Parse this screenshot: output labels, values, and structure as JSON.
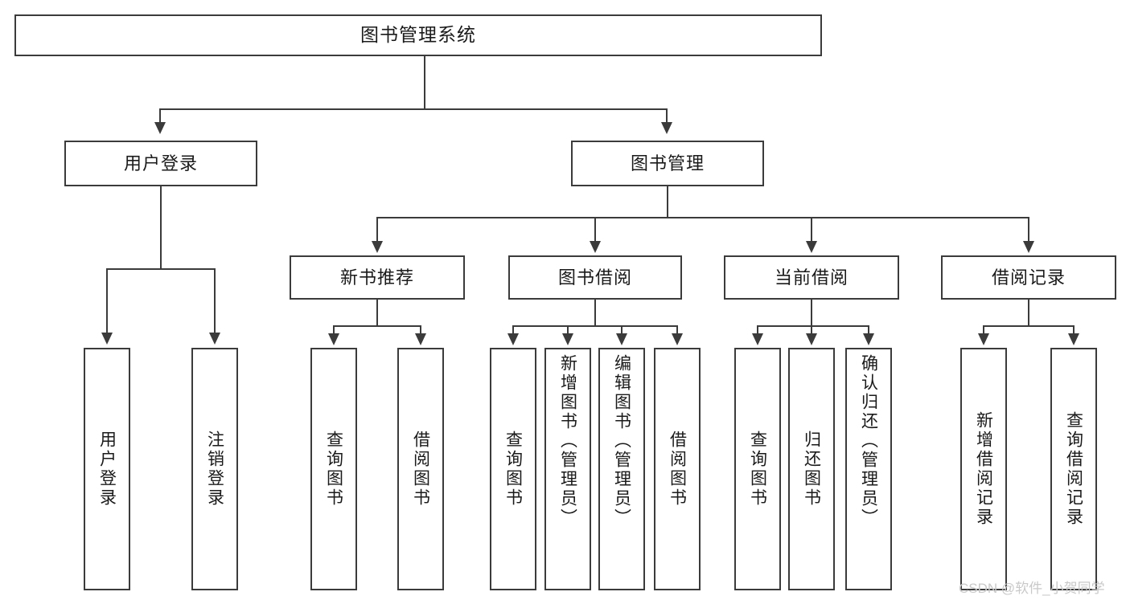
{
  "diagram": {
    "title": "图书管理系统",
    "type": "功能结构图",
    "watermark": "CSDN @软件_小贺同学",
    "colors": {
      "background": "#ffffff",
      "border": "#3b3b3b",
      "text": "#1a1a1a",
      "watermark": "#c9c9c9"
    }
  },
  "nodes": {
    "root": {
      "label": "图书管理系统"
    },
    "level1": [
      {
        "id": "user-login",
        "label": "用户登录"
      },
      {
        "id": "book-manage",
        "label": "图书管理"
      }
    ],
    "level2": [
      {
        "id": "new-book-recommend",
        "label": "新书推荐"
      },
      {
        "id": "book-borrow",
        "label": "图书借阅"
      },
      {
        "id": "current-borrow",
        "label": "当前借阅"
      },
      {
        "id": "borrow-record",
        "label": "借阅记录"
      }
    ],
    "leaves": {
      "user_login": [
        {
          "id": "leaf-user-login",
          "label": "用户登录"
        },
        {
          "id": "leaf-logout-login",
          "label": "注销登录"
        }
      ],
      "new_book_recommend": [
        {
          "id": "leaf-query-book-1",
          "label": "查询图书"
        },
        {
          "id": "leaf-borrow-book-1",
          "label": "借阅图书"
        }
      ],
      "book_borrow": [
        {
          "id": "leaf-query-book-2",
          "label": "查询图书"
        },
        {
          "id": "leaf-add-book",
          "label": "新增图书（管理员）"
        },
        {
          "id": "leaf-edit-book",
          "label": "编辑图书（管理员）"
        },
        {
          "id": "leaf-borrow-book-2",
          "label": "借阅图书"
        }
      ],
      "current_borrow": [
        {
          "id": "leaf-query-book-3",
          "label": "查询图书"
        },
        {
          "id": "leaf-return-book",
          "label": "归还图书"
        },
        {
          "id": "leaf-confirm-return",
          "label": "确认归还（管理员）"
        }
      ],
      "borrow_record": [
        {
          "id": "leaf-add-record",
          "label": "新增借阅记录"
        },
        {
          "id": "leaf-query-record",
          "label": "查询借阅记录"
        }
      ]
    }
  }
}
